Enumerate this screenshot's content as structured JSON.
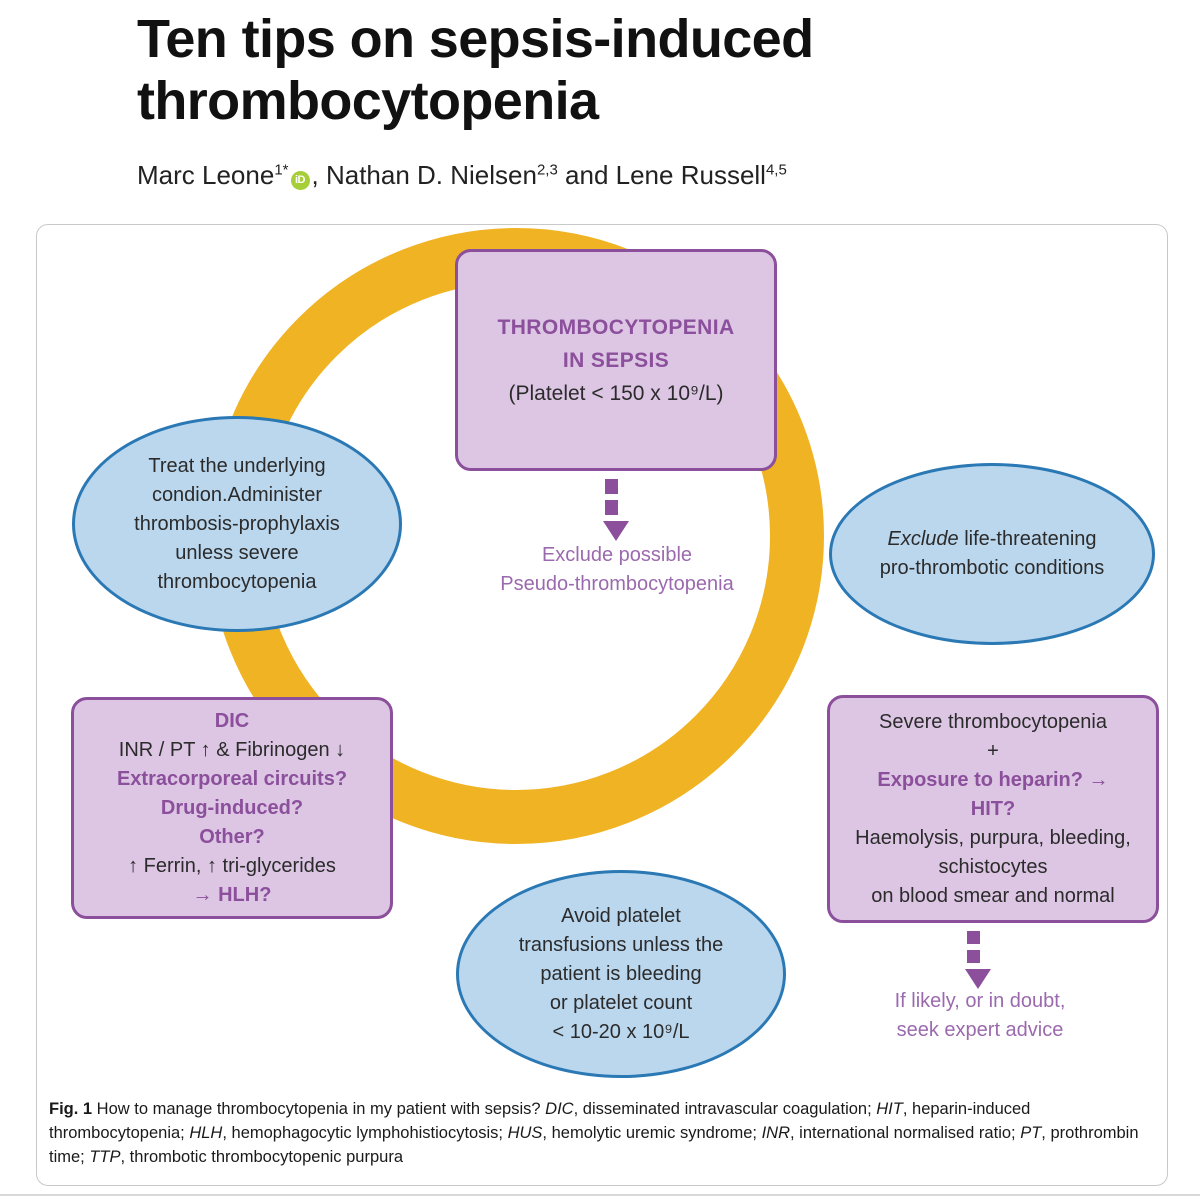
{
  "article": {
    "title_line1": "Ten tips on sepsis-induced",
    "title_line2": "thrombocytopenia",
    "authors": {
      "author1_name": "Marc Leone",
      "author1_sup": "1*",
      "orcid_icon_label": "iD",
      "separator1": ", ",
      "author2_name": "Nathan D. Nielsen",
      "author2_sup": "2,3",
      "conjunction": " and ",
      "author3_name": "Lene Russell",
      "author3_sup": "4,5"
    }
  },
  "figure": {
    "nodes": {
      "thrombocytopenia": {
        "line1": "THROMBOCYTOPENIA",
        "line2": "IN SEPSIS",
        "line3": "(Platelet < 150 x 10⁹/L)"
      },
      "treat_underlying": {
        "line1": "Treat the underlying",
        "line2": "condion.Administer",
        "line3": "thrombosis-prophylaxis",
        "line4": "unless severe",
        "line5": "thrombocytopenia"
      },
      "exclude_prothrombotic": {
        "line1_em": "Exclude",
        "line1_rest": " life-threatening",
        "line2": "pro-thrombotic conditions"
      },
      "dic": {
        "line1": "DIC",
        "line2": "INR / PT ↑ & Fibrinogen ↓",
        "line3": "Extracorporeal circuits?",
        "line4": "Drug-induced?",
        "line5": "Other?",
        "line6": "↑ Ferrin, ↑ tri-glycerides",
        "line7": "→ HLH?"
      },
      "hit": {
        "line1": "Severe thrombocytopenia",
        "line2": "+",
        "line3": "Exposure to heparin? →",
        "line4": "HIT?",
        "line5": "Haemolysis, purpura, bleeding,",
        "line6": "schistocytes",
        "line7": "on blood smear and normal"
      },
      "avoid_transfusion": {
        "line1": "Avoid platelet",
        "line2": "transfusions unless the",
        "line3": "patient is bleeding",
        "line4": "or platelet count",
        "line5": "< 10-20 x 10⁹/L"
      }
    },
    "annotations": {
      "pseudo": {
        "line1": "Exclude possible",
        "line2": "Pseudo-thrombocytopenia"
      },
      "expert": {
        "line1": "If likely, or in doubt,",
        "line2": "seek expert advice"
      }
    },
    "caption": {
      "label": "Fig. 1",
      "text1": "  How to manage thrombocytopenia in my patient with sepsis? ",
      "abbr_dic": "DIC",
      "text2": ", disseminated intravascular coagulation; ",
      "abbr_hit": "HIT",
      "text3": ", heparin-induced thrombocytopenia; ",
      "abbr_hlh": "HLH",
      "text4": ", hemophagocytic lymphohistiocytosis; ",
      "abbr_hus": "HUS",
      "text5": ", hemolytic uremic syndrome; ",
      "abbr_inr": "INR",
      "text6": ", international normalised ratio; ",
      "abbr_pt": "PT",
      "text7": ", prothrombin time; ",
      "abbr_ttp": "TTP",
      "text8": ", thrombotic thrombocytopenic purpura"
    }
  },
  "colors": {
    "ring_yellow": "#F0B323",
    "box_purple_fill": "#DCC6E4",
    "box_purple_border": "#8B4F9B",
    "ellipse_blue_fill": "#BBD7EE",
    "ellipse_blue_border": "#2A78B4",
    "annotation_purple": "#9B6AAE",
    "orcid_green": "#A6CE39"
  }
}
